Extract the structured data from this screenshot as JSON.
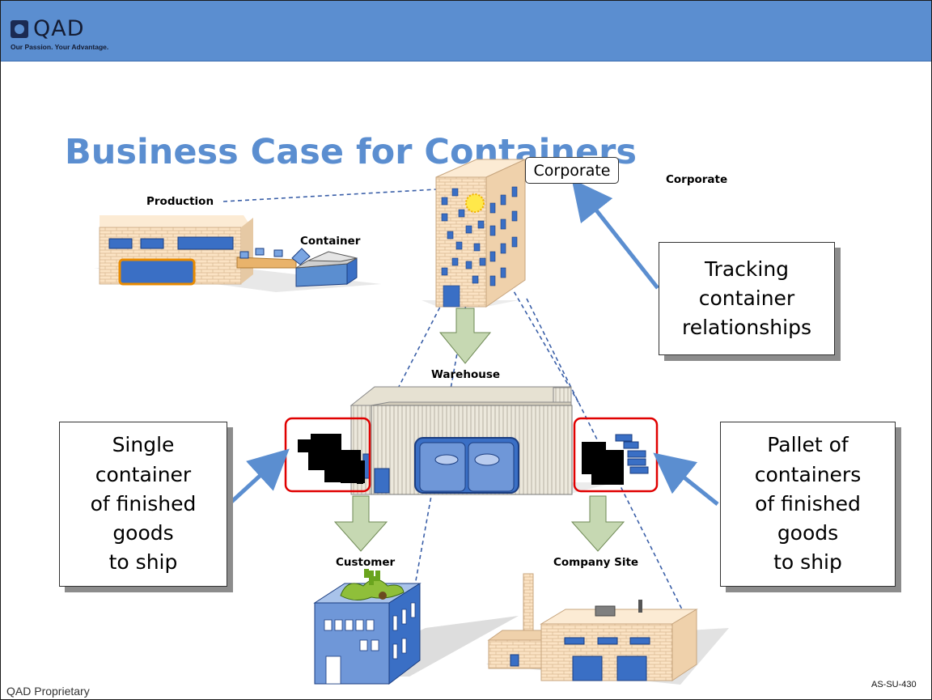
{
  "header": {
    "logo_text": "QAD",
    "tagline": "Our Passion. Your Advantage."
  },
  "title": "Business Case for Containers",
  "labels": {
    "production": "Production",
    "container": "Container",
    "corporate_box": "Corporate",
    "corporate": "Corporate",
    "warehouse": "Warehouse",
    "customer": "Customer",
    "company_site": "Company Site"
  },
  "callouts": {
    "tracking": "Tracking\ncontainer\nrelationships",
    "single": "Single\ncontainer\nof finished\ngoods\nto ship",
    "pallet": "Pallet of\ncontainers\nof finished\ngoods\nto ship"
  },
  "footer": {
    "left": "QAD Proprietary",
    "right": "AS-SU-430"
  },
  "colors": {
    "header_bar": "#5b8ed0",
    "title": "#5b8ed0",
    "highlight": "#e00000",
    "arrow": "#5b8ed0"
  }
}
